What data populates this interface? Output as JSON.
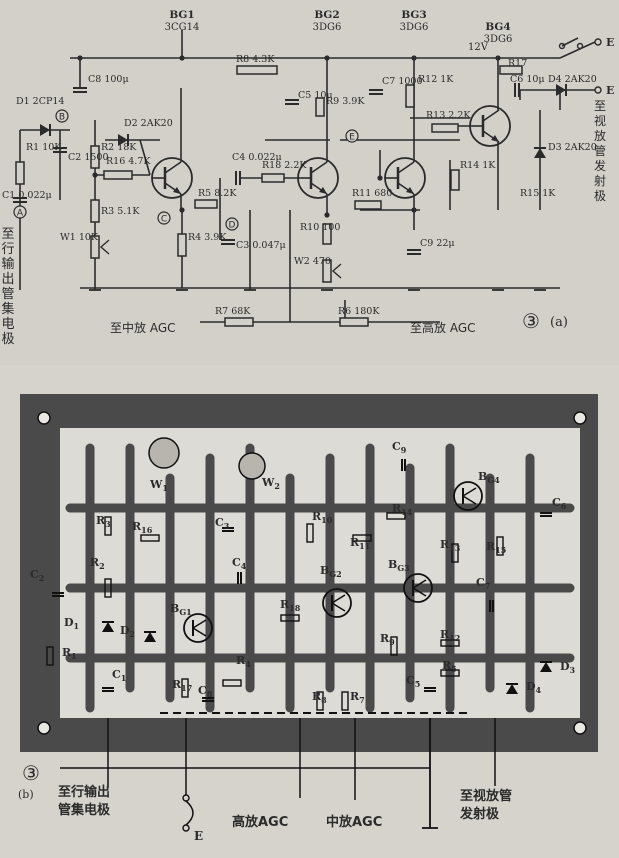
{
  "figure_a": {
    "number": "③",
    "sub": "(a)",
    "transistors": [
      {
        "name": "BG1",
        "type": "3CG14"
      },
      {
        "name": "BG2",
        "type": "3DG6"
      },
      {
        "name": "BG3",
        "type": "3DG6"
      },
      {
        "name": "BG4",
        "type": "3DG6"
      }
    ],
    "voltage": "12V",
    "resistors": [
      {
        "name": "R1",
        "value": "10K"
      },
      {
        "name": "R2",
        "value": "18K"
      },
      {
        "name": "R16",
        "value": "4.7K"
      },
      {
        "name": "R3",
        "value": "5.1K"
      },
      {
        "name": "R4",
        "value": "3.9K"
      },
      {
        "name": "R5",
        "value": "8.2K"
      },
      {
        "name": "R18",
        "value": "2.2K"
      },
      {
        "name": "R8",
        "value": "4.3K"
      },
      {
        "name": "R9",
        "value": "3.9K"
      },
      {
        "name": "R10",
        "value": "100"
      },
      {
        "name": "R11",
        "value": "680"
      },
      {
        "name": "R12",
        "value": "1K"
      },
      {
        "name": "R13",
        "value": "2.2K"
      },
      {
        "name": "R14",
        "value": "1K"
      },
      {
        "name": "R15",
        "value": "1K"
      },
      {
        "name": "R17",
        "value": ""
      },
      {
        "name": "R7",
        "value": "68K"
      },
      {
        "name": "R6",
        "value": "180K"
      }
    ],
    "capacitors": [
      {
        "name": "C1",
        "value": "0.022μ"
      },
      {
        "name": "C2",
        "value": "1500"
      },
      {
        "name": "C3",
        "value": "0.047μ"
      },
      {
        "name": "C4",
        "value": "0.022μ"
      },
      {
        "name": "C5",
        "value": "10μ"
      },
      {
        "name": "C6",
        "value": "10μ"
      },
      {
        "name": "C7",
        "value": "1000"
      },
      {
        "name": "C8",
        "value": "100μ"
      },
      {
        "name": "C9",
        "value": "22μ"
      }
    ],
    "diodes": [
      {
        "name": "D1",
        "type": "2CP14"
      },
      {
        "name": "D2",
        "type": "2AK20"
      },
      {
        "name": "D3",
        "type": "2AK20"
      },
      {
        "name": "D4",
        "type": "2AK20"
      }
    ],
    "pots": [
      {
        "name": "W1",
        "value": "10K"
      },
      {
        "name": "W2",
        "value": "470"
      }
    ],
    "points": [
      "A",
      "B",
      "C",
      "D",
      "E"
    ],
    "terminal_e": "E",
    "input_label": "至行输出管集电极",
    "output_label": "至视放管发射极",
    "agc_mid": "至中放 AGC",
    "agc_high": "至高放 AGC"
  },
  "figure_b": {
    "number": "③",
    "sub": "(b)",
    "parts": [
      "W1",
      "W2",
      "C9",
      "BG4",
      "C6",
      "R3",
      "R16",
      "C3",
      "R10",
      "R14",
      "C2",
      "R2",
      "C4",
      "R11",
      "BG3",
      "R13",
      "R15",
      "BG2",
      "C7",
      "D1",
      "D2",
      "BG1",
      "R18",
      "R1",
      "R4",
      "R9",
      "R12",
      "R17",
      "C8",
      "C5",
      "R5",
      "D3",
      "C1",
      "R8",
      "R7",
      "D4"
    ],
    "label_input": "至行输出管集电极",
    "label_e": "E",
    "label_high_agc": "高放AGC",
    "label_mid_agc": "中放AGC",
    "label_output": "至视放管发射极"
  },
  "colors": {
    "paper": "#d6d3cc",
    "ink": "#2b2b2b",
    "board": "#4a4a4a",
    "trace": "#e9e7e2"
  }
}
